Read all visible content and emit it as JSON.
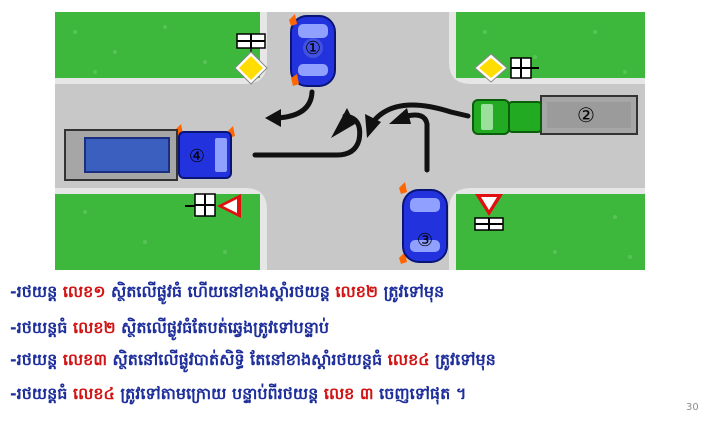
{
  "scene": {
    "car_labels": [
      "①",
      "②",
      "③",
      "④"
    ],
    "colors": {
      "grass": "#3db83d",
      "road": "#c8c8c8",
      "curb": "#e6e6e6",
      "car_blue": "#2233dd",
      "truck_green": "#22aa22",
      "cargo_gray": "#a6a6a6",
      "sign_yellow": "#ffdd00",
      "sign_red": "#e01010",
      "arrow": "#111111",
      "flash": "#ff6600"
    }
  },
  "lines": [
    {
      "parts": [
        {
          "text": "-រថយន្ត ",
          "color": "blue"
        },
        {
          "text": "លេខ១",
          "color": "red"
        },
        {
          "text": " ស្ថិតលើផ្លូវធំ ហើយនៅខាងស្តាំរថយន្ត ",
          "color": "blue"
        },
        {
          "text": "លេខ២",
          "color": "red"
        },
        {
          "text": " ត្រូវទៅមុន",
          "color": "blue"
        }
      ]
    },
    {
      "parts": [
        {
          "text": "-រថយន្តធំ ",
          "color": "blue"
        },
        {
          "text": "លេខ២",
          "color": "red"
        },
        {
          "text": " ស្ថិតលើផ្លូវធំតែបត់ឆ្វេងត្រូវទៅបន្ទាប់",
          "color": "blue"
        }
      ]
    },
    {
      "parts": [
        {
          "text": "-រថយន្ត ",
          "color": "blue"
        },
        {
          "text": "លេខ៣",
          "color": "red"
        },
        {
          "text": " ស្ថិតនៅលើផ្លូវបាត់សិទ្ធិ តែនៅខាងស្តាំរថយន្តធំ ",
          "color": "blue"
        },
        {
          "text": "លេខ៤",
          "color": "red"
        },
        {
          "text": " ត្រូវទៅមុន",
          "color": "blue"
        }
      ]
    },
    {
      "parts": [
        {
          "text": "-រថយន្តធំ ",
          "color": "blue"
        },
        {
          "text": "លេខ៤",
          "color": "red"
        },
        {
          "text": " ត្រូវទៅតាមក្រោយ បន្ទាប់ពីរថយន្ត ",
          "color": "blue"
        },
        {
          "text": "លេខ ៣",
          "color": "red"
        },
        {
          "text": " ចេញទៅផុត ។",
          "color": "blue"
        }
      ]
    }
  ],
  "page_number": "30"
}
